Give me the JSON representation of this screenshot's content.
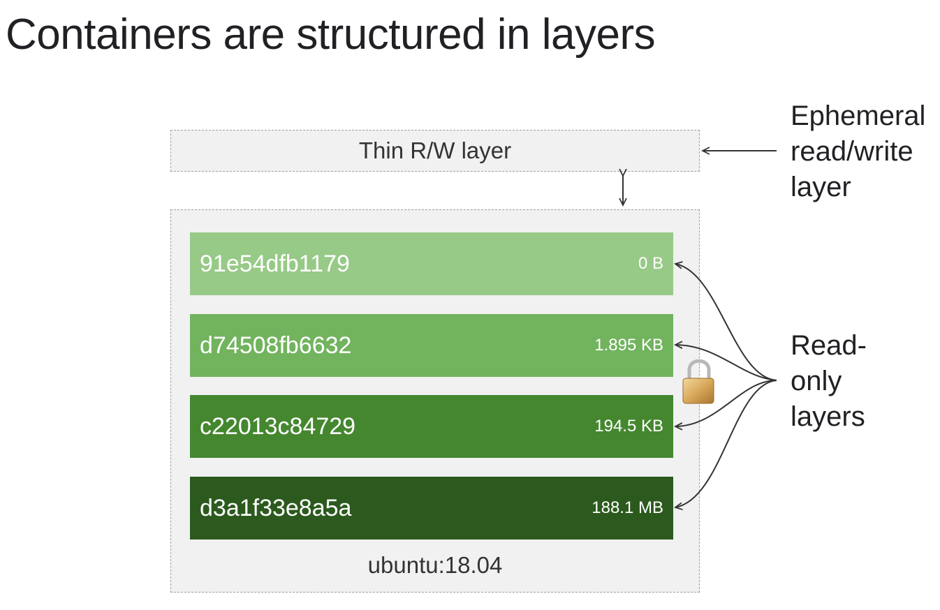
{
  "title": "Containers are structured in layers",
  "rw_layer": {
    "label": "Thin R/W layer"
  },
  "image": {
    "label": "ubuntu:18.04",
    "layers": [
      {
        "id": "91e54dfb1179",
        "size": "0 B",
        "color": "#97c987"
      },
      {
        "id": "d74508fb6632",
        "size": "1.895 KB",
        "color": "#72b35e"
      },
      {
        "id": "c22013c84729",
        "size": "194.5 KB",
        "color": "#44872f"
      },
      {
        "id": "d3a1f33e8a5a",
        "size": "188.1 MB",
        "color": "#2c5a1e"
      }
    ]
  },
  "annotations": {
    "ephemeral": [
      "Ephemeral",
      "read/write",
      "layer"
    ],
    "readonly": [
      "Read-",
      "only",
      "layers"
    ]
  },
  "icons": {
    "lock": "lock-icon",
    "double_arrow": "double-arrow-icon"
  }
}
